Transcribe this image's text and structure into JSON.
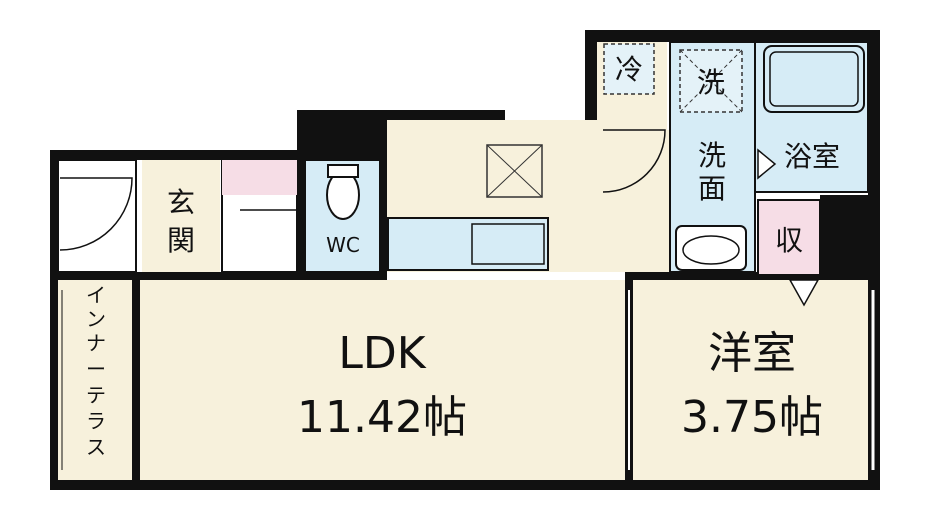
{
  "rooms": {
    "ldk": {
      "name": "LDK",
      "size": "11.42帖"
    },
    "western": {
      "name": "洋室",
      "size": "3.75帖"
    },
    "entrance": {
      "name": "玄関"
    },
    "wc": {
      "name": "WC"
    },
    "washroom": {
      "name_line1": "洗",
      "name_line2": "面"
    },
    "bath": {
      "name": "浴室"
    },
    "storage": {
      "name": "収"
    },
    "fridge": {
      "name": "冷"
    },
    "washer": {
      "name": "洗"
    },
    "terrace": {
      "name": "インナーテラス"
    }
  },
  "colors": {
    "floor": "#f7f1dc",
    "water_area": "#d6ecf6",
    "closet": "#f6dde6",
    "wall": "#111111"
  }
}
